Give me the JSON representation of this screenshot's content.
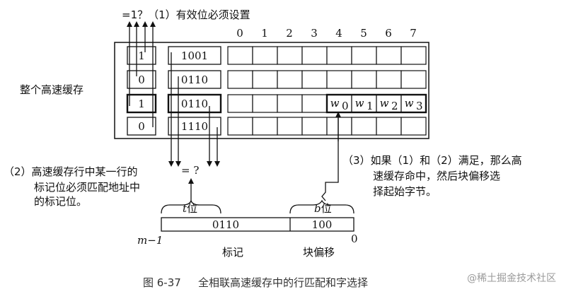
{
  "cache": {
    "label": "整个高速缓存",
    "column_indices": [
      "0",
      "1",
      "2",
      "3",
      "4",
      "5",
      "6",
      "7"
    ],
    "lines": [
      {
        "valid": "1",
        "tag": "1001",
        "words": []
      },
      {
        "valid": "0",
        "tag": "0110",
        "words": []
      },
      {
        "valid": "1",
        "tag": "0110",
        "words": [
          "w0",
          "w1",
          "w2",
          "w3"
        ]
      },
      {
        "valid": "0",
        "tag": "1110",
        "words": []
      }
    ],
    "highlighted_line": 2
  },
  "annotations": {
    "valid_check": "=1？（1）有效位必须设置",
    "tag_compare": "= ?",
    "step2": [
      "（2）高速缓存行中某一行的",
      "标记位必须匹配地址中",
      "的标记位。"
    ],
    "step3": [
      "（3）如果（1）和（2）满足，那么高",
      "速缓存命中，然后块偏移选",
      "择起始字节。"
    ]
  },
  "address": {
    "tag_brace_label_var": "t",
    "tag_brace_label_suffix": "位",
    "offset_brace_label_var": "b",
    "offset_brace_label_suffix": "位",
    "tag_value": "0110",
    "offset_value": "100",
    "left_index": "m−1",
    "right_index": "0",
    "tag_caption": "标记",
    "offset_caption": "块偏移"
  },
  "caption": {
    "figure_number": "图 6-37",
    "title": "全相联高速缓存中的行匹配和字选择"
  },
  "watermark": "@稀土掘金技术社区"
}
